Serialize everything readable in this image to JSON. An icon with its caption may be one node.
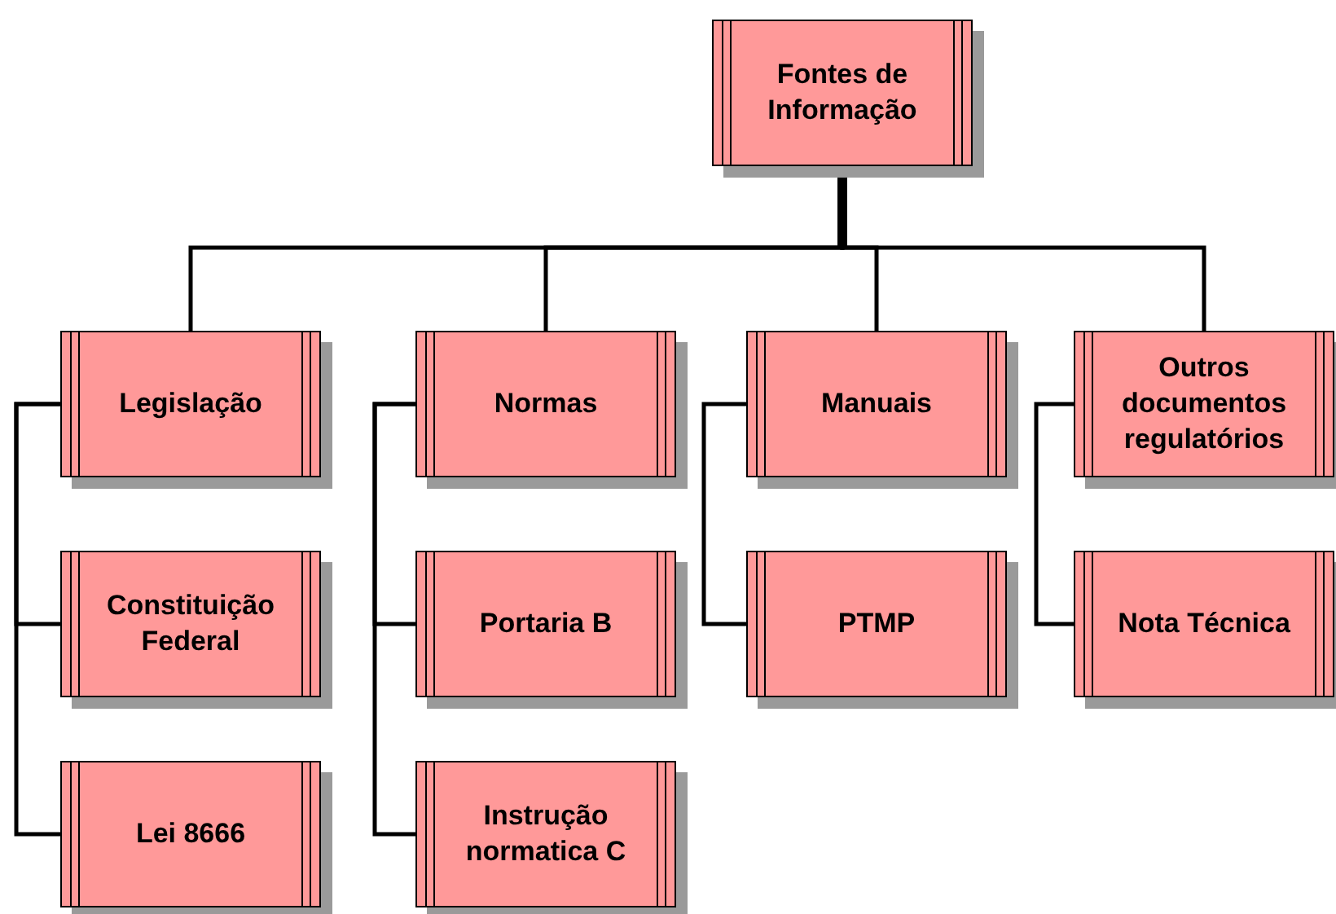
{
  "diagram": {
    "nodes": [
      {
        "text": [
          "Fontes de Informação"
        ]
      },
      {
        "text": [
          "Legislação"
        ]
      },
      {
        "text": [
          "Normas"
        ]
      },
      {
        "text": [
          "Manuais"
        ]
      },
      {
        "text": [
          "Outros documentos regulatórios"
        ]
      },
      {
        "text": [
          "Constituição Federal"
        ]
      },
      {
        "text": [
          "Lei 8666"
        ]
      },
      {
        "text": [
          "Portaria B"
        ]
      },
      {
        "text": [
          "Instrução normatica C"
        ]
      },
      {
        "text": [
          "PTMP"
        ]
      },
      {
        "text": [
          "Nota Técnica"
        ]
      }
    ],
    "edges": [
      {
        "from": 0,
        "to": 1,
        "arrow": "none"
      },
      {
        "from": 0,
        "to": 2,
        "arrow": "none"
      },
      {
        "from": 0,
        "to": 3,
        "arrow": "none"
      },
      {
        "from": 0,
        "to": 4,
        "arrow": "none"
      },
      {
        "from": 1,
        "to": 5,
        "arrow": "none"
      },
      {
        "from": 1,
        "to": 6,
        "arrow": "none"
      },
      {
        "from": 2,
        "to": 7,
        "arrow": "none"
      },
      {
        "from": 2,
        "to": 8,
        "arrow": "none"
      },
      {
        "from": 3,
        "to": 9,
        "arrow": "none"
      },
      {
        "from": 4,
        "to": 10,
        "arrow": "none"
      }
    ]
  }
}
